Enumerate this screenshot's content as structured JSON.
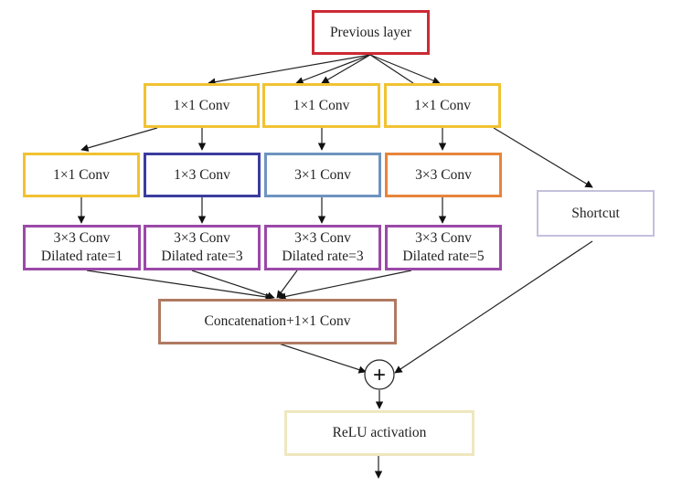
{
  "diagram": {
    "previous_layer": {
      "label": "Previous layer",
      "color": "#cc2a36"
    },
    "row1": [
      {
        "label": "1×1 Conv",
        "color": "#f1c232"
      },
      {
        "label": "1×1 Conv",
        "color": "#f1c232"
      },
      {
        "label": "1×1 Conv",
        "color": "#f1c232"
      }
    ],
    "row2": [
      {
        "label": "1×1 Conv",
        "color": "#f1c232"
      },
      {
        "label": "1×3 Conv",
        "color": "#3c3ca0"
      },
      {
        "label": "3×1 Conv",
        "color": "#6f94c0"
      },
      {
        "label": "3×3 Conv",
        "color": "#e8843a"
      }
    ],
    "row3": [
      {
        "line1": "3×3 Conv",
        "line2": "Dilated rate=1",
        "color": "#9b49a8"
      },
      {
        "line1": "3×3 Conv",
        "line2": "Dilated rate=3",
        "color": "#9b49a8"
      },
      {
        "line1": "3×3 Conv",
        "line2": "Dilated rate=3",
        "color": "#9b49a8"
      },
      {
        "line1": "3×3 Conv",
        "line2": "Dilated rate=5",
        "color": "#9b49a8"
      }
    ],
    "shortcut": {
      "label": "Shortcut",
      "color": "#c3c0dc"
    },
    "concat": {
      "label": "Concatenation+1×1 Conv",
      "color": "#b07a62"
    },
    "add_symbol": "+",
    "relu": {
      "label": "ReLU activation",
      "color": "#efe7bf"
    }
  }
}
